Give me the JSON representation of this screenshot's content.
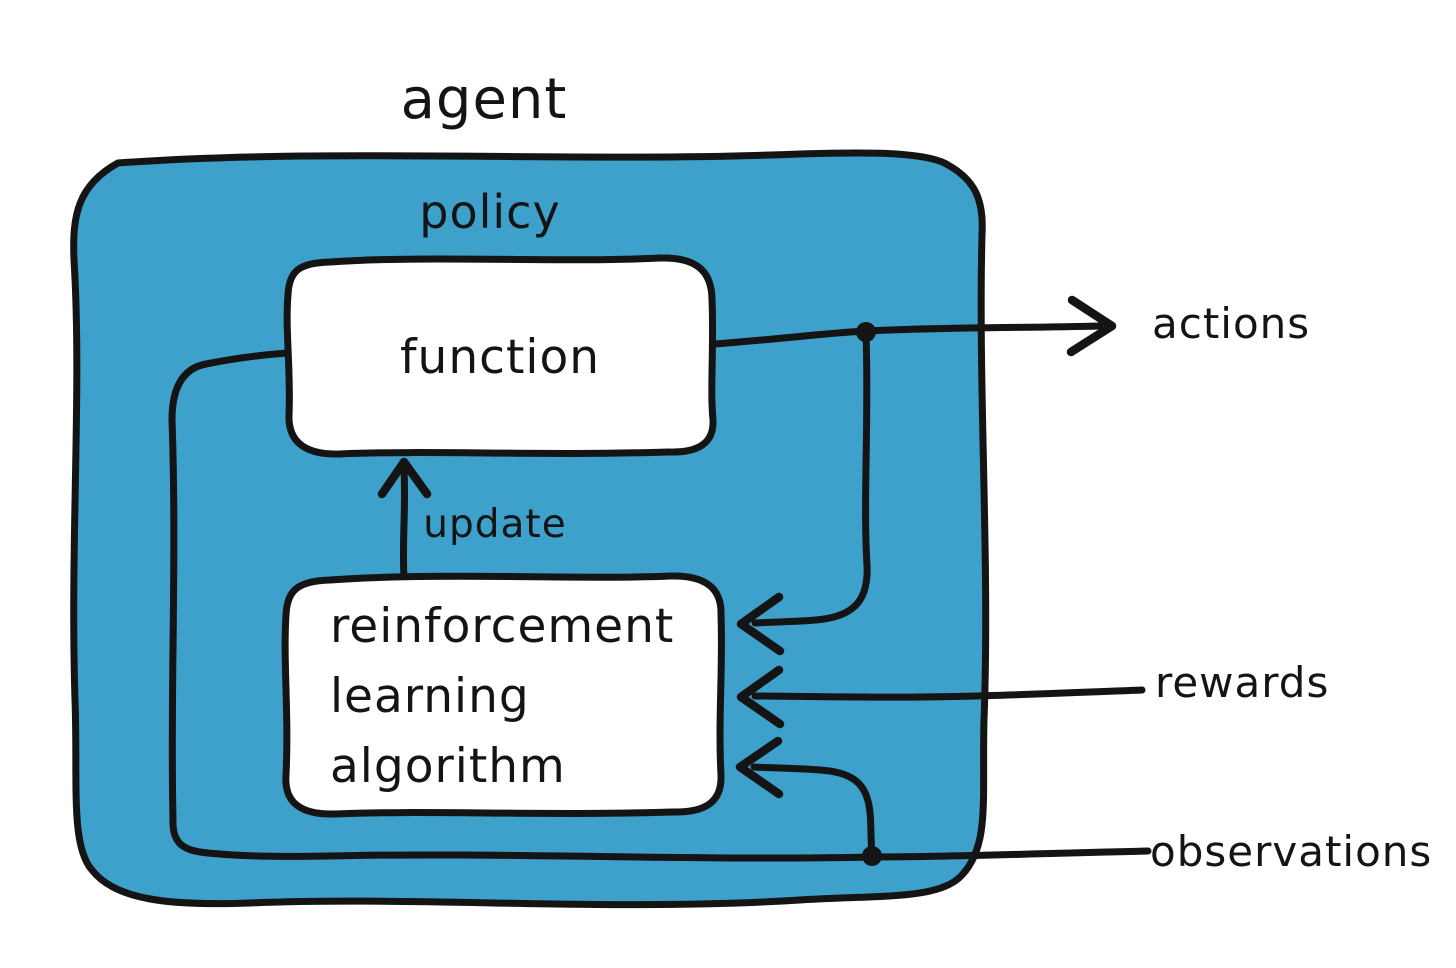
{
  "diagram": {
    "title": "agent",
    "colors": {
      "agent_fill": "#3da1cc",
      "box_fill": "#ffffff",
      "outline": "#141414",
      "background": "#ffffff"
    },
    "nodes": {
      "agent_label": "agent",
      "policy_label": "policy",
      "function_label": "function",
      "rl_algorithm_line1": "reinforcement",
      "rl_algorithm_line2": "learning",
      "rl_algorithm_line3": "algorithm"
    },
    "edges": {
      "update_label": "update",
      "actions_label": "actions",
      "rewards_label": "rewards",
      "observations_label": "observations"
    }
  }
}
